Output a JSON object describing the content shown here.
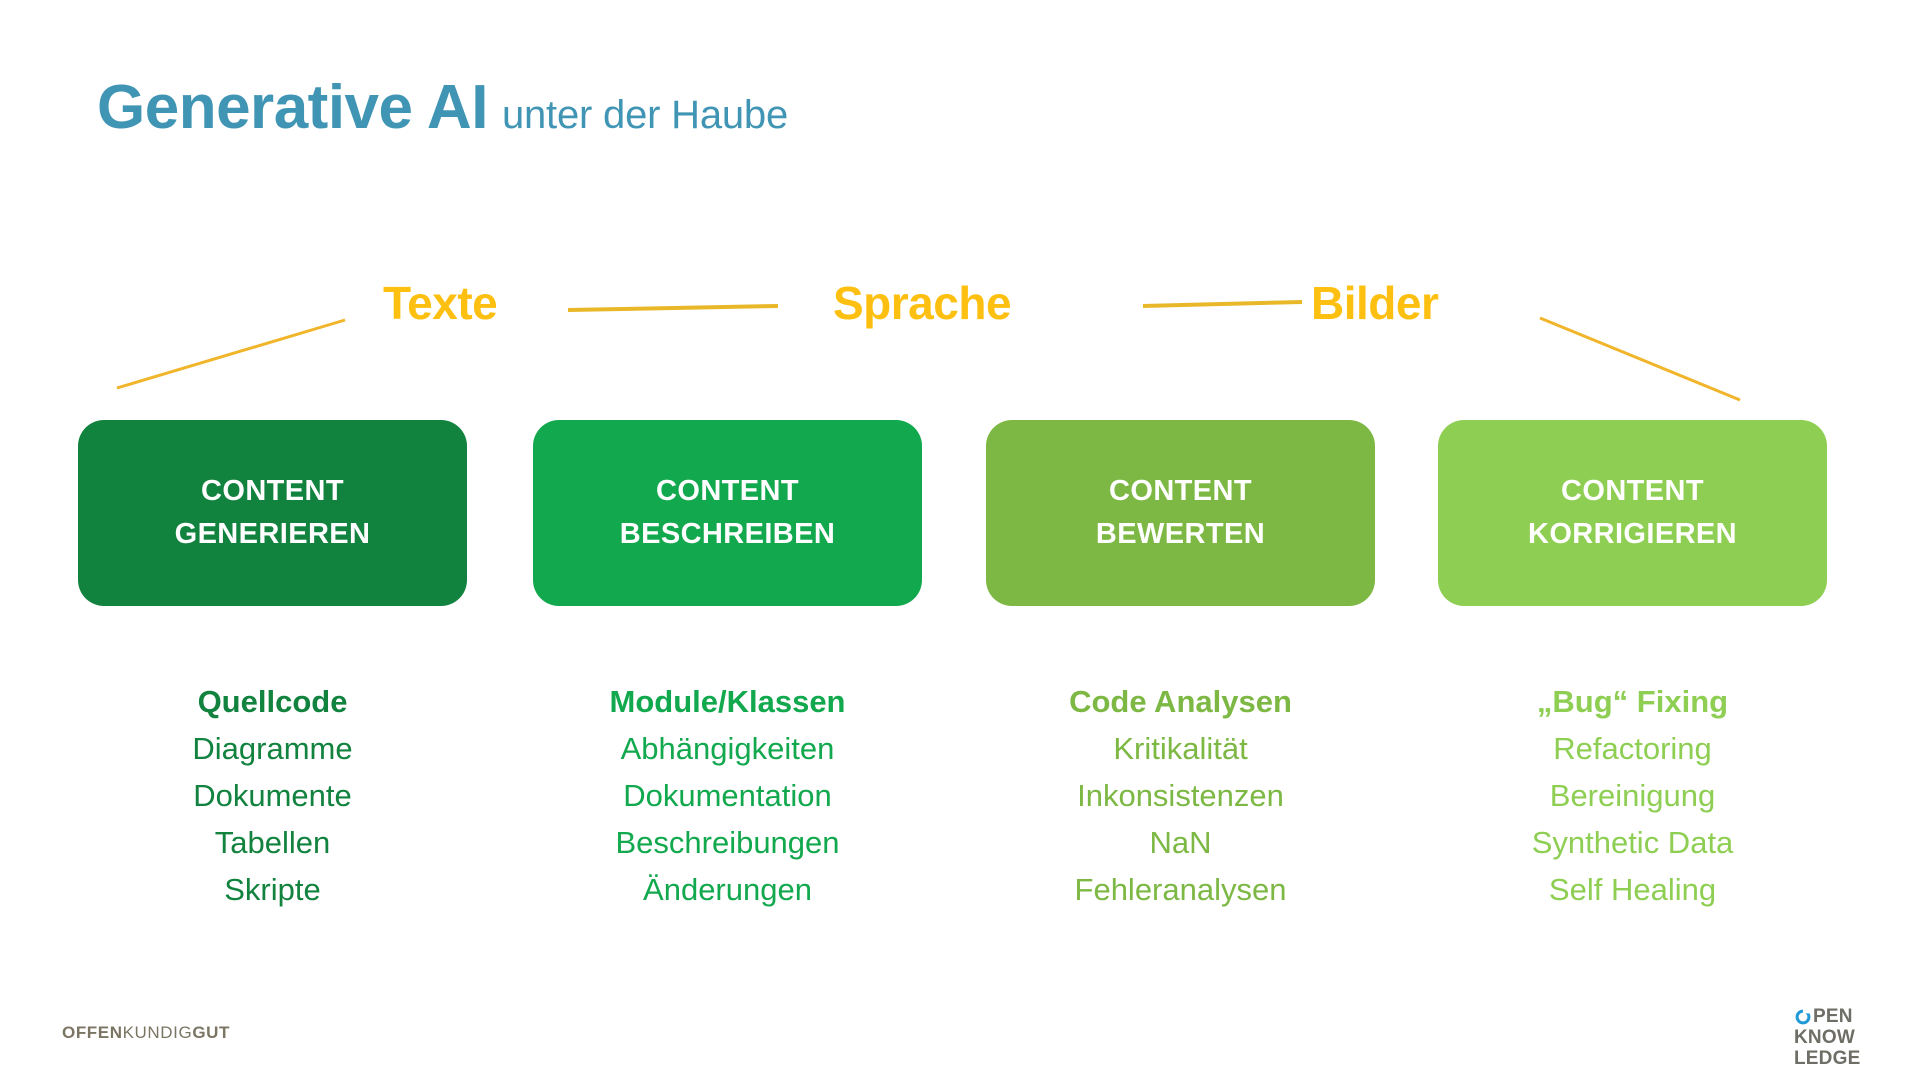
{
  "slide": {
    "background": "#ffffff",
    "title": {
      "main": "Generative AI",
      "subtitle": "unter der Haube",
      "color": "#4195b4"
    },
    "accent_color": "#fdc010",
    "modalities": [
      {
        "label": "Texte"
      },
      {
        "label": "Sprache"
      },
      {
        "label": "Bilder"
      }
    ],
    "boxes": [
      {
        "line1": "CONTENT",
        "line2": "GENERIEREN",
        "color": "#12823f"
      },
      {
        "line1": "CONTENT",
        "line2": "BESCHREIBEN",
        "color": "#12a84e"
      },
      {
        "line1": "CONTENT",
        "line2": "BEWERTEN",
        "color": "#7cb843"
      },
      {
        "line1": "CONTENT",
        "line2": "KORRIGIEREN",
        "color": "#8ece52"
      }
    ],
    "columns": [
      {
        "color": "#12823f",
        "heading": "Quellcode",
        "items": [
          "Diagramme",
          "Dokumente",
          "Tabellen",
          "Skripte"
        ]
      },
      {
        "color": "#12a84e",
        "heading": "Module/Klassen",
        "items": [
          "Abhängigkeiten",
          "Dokumentation",
          "Beschreibungen",
          "Änderungen"
        ]
      },
      {
        "color": "#7cb843",
        "heading": "Code Analysen",
        "items": [
          "Kritikalität",
          "Inkonsistenzen",
          "NaN",
          "Fehleranalysen"
        ]
      },
      {
        "color": "#8ece52",
        "heading": "„Bug“ Fixing",
        "items": [
          "Refactoring",
          "Bereinigung",
          "Synthetic Data",
          "Self Healing"
        ]
      }
    ],
    "footer": {
      "left_logo": {
        "part1": "OFFEN",
        "part2": "KUNDIG",
        "part3": "GUT",
        "color": "#7b7564"
      },
      "right_logo": {
        "line1_o": "O",
        "line1_rest": "PEN",
        "line2": "KNOW",
        "line3": "LEDGE",
        "accent": "#1f9ad6",
        "color": "#6e6e66"
      }
    }
  }
}
